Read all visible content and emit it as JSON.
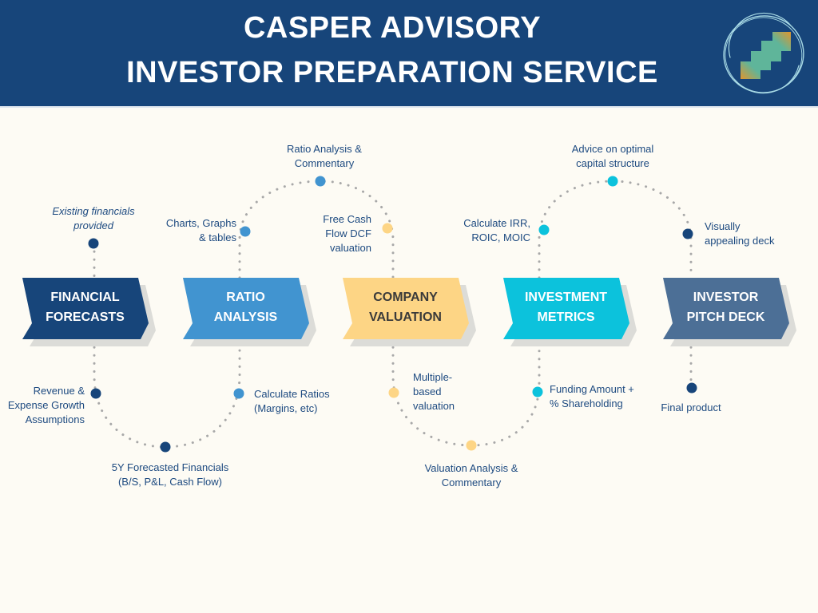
{
  "header": {
    "title_line1": "CASPER ADVISORY",
    "title_line2": "INVESTOR PREPARATION SERVICE",
    "background": "#17457a"
  },
  "logo": {
    "icon": "staircase-logo-icon"
  },
  "stages": [
    {
      "id": "financial-forecasts",
      "line1": "FINANCIAL",
      "line2": "FORECASTS",
      "color": "#17457a",
      "text_color": "#ffffff"
    },
    {
      "id": "ratio-analysis",
      "line1": "RATIO",
      "line2": "ANALYSIS",
      "color": "#4194d0",
      "text_color": "#ffffff"
    },
    {
      "id": "company-valuation",
      "line1": "COMPANY",
      "line2": "VALUATION",
      "color": "#fdd585",
      "text_color": "#3a3a3a"
    },
    {
      "id": "investment-metrics",
      "line1": "INVESTMENT",
      "line2": "METRICS",
      "color": "#0cc2dc",
      "text_color": "#ffffff"
    },
    {
      "id": "investor-pitch-deck",
      "line1": "INVESTOR",
      "line2": "PITCH DECK",
      "color": "#4c6f96",
      "text_color": "#ffffff"
    }
  ],
  "milestones": {
    "existing_financials": "Existing financials provided",
    "revenue_growth": "Revenue & Expense Growth Assumptions",
    "five_year_forecast": "5Y Forecasted Financials (B/S, P&L, Cash Flow)",
    "charts_graphs": "Charts, Graphs & tables",
    "ratio_commentary": "Ratio Analysis & Commentary",
    "calculate_ratios": "Calculate Ratios (Margins, etc)",
    "fcf_dcf": "Free Cash Flow DCF valuation",
    "multiple_based": "Multiple-based valuation",
    "valuation_commentary": "Valuation Analysis & Commentary",
    "calculate_irr": "Calculate IRR, ROIC, MOIC",
    "capital_structure": "Advice on optimal capital structure",
    "funding_amount": "Funding Amount + % Shareholding",
    "visually_appealing": "Visually appealing deck",
    "final_product": "Final product"
  },
  "milestone_lines": {
    "existing_financials": [
      "Existing financials",
      "provided"
    ],
    "revenue_growth": [
      "Revenue &",
      "Expense Growth",
      "Assumptions"
    ],
    "five_year_forecast": [
      "5Y Forecasted Financials",
      "(B/S, P&L, Cash Flow)"
    ],
    "charts_graphs": [
      "Charts, Graphs",
      "& tables"
    ],
    "ratio_commentary": [
      "Ratio Analysis &",
      "Commentary"
    ],
    "calculate_ratios": [
      "Calculate Ratios",
      "(Margins, etc)"
    ],
    "fcf_dcf": [
      "Free Cash",
      "Flow DCF",
      "valuation"
    ],
    "multiple_based": [
      "Multiple-",
      "based",
      "valuation"
    ],
    "valuation_commentary": [
      "Valuation Analysis &",
      "Commentary"
    ],
    "calculate_irr": [
      "Calculate IRR,",
      "ROIC, MOIC"
    ],
    "capital_structure": [
      "Advice on optimal",
      "capital structure"
    ],
    "funding_amount": [
      "Funding Amount +",
      "% Shareholding"
    ],
    "visually_appealing": [
      "Visually",
      "appealing deck"
    ],
    "final_product": [
      "Final product"
    ]
  },
  "colors": {
    "background": "#fdfbf4",
    "label_text": "#1d4a80",
    "dotted_path": "#a8a8a8",
    "shadow": "#dcdcd8"
  }
}
